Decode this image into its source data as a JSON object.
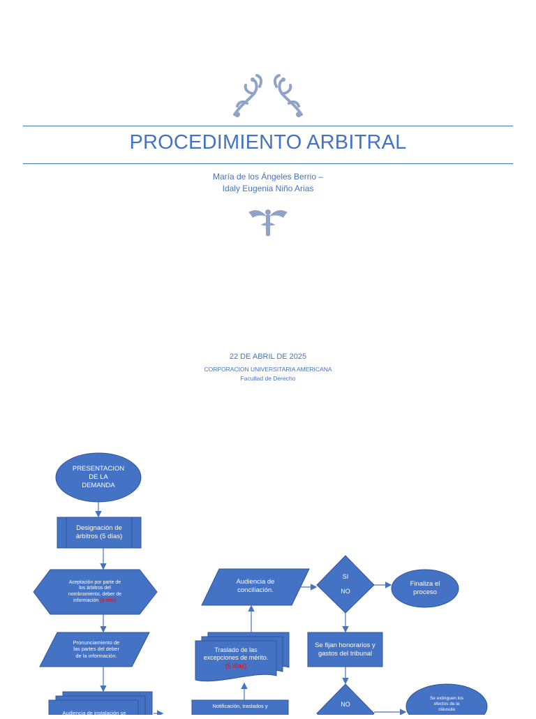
{
  "header": {
    "title": "PROCEDIMIENTO ARBITRAL",
    "authors_line1": "María de los Ángeles Berrio –",
    "authors_line2": "Idaly Eugenia Niño Arias",
    "date": "22 DE ABRIL DE 2025",
    "organization": "CORPORACION UNIVERSITARIA AMERICANA",
    "faculty": "Facultad de Derecho"
  },
  "colors": {
    "accent": "#4472c4",
    "shape_fill": "#4472c4",
    "shape_stroke": "#2f5597",
    "highlight": "#ff0000",
    "ornament": "#8da4c8"
  },
  "icons": {
    "top_ornament": "floral-flourish-icon",
    "middle_ornament": "fleur-ornament-icon"
  },
  "flowchart": {
    "start": {
      "line1": "PRESENTACION",
      "line2": "DE LA",
      "line3": "DEMANDA"
    },
    "designation": {
      "line1": "Designación de",
      "line2": "árbitros (5 días)"
    },
    "acceptance": {
      "line1": "Aceptación por parte de",
      "line2": "los árbitros del",
      "line3": "nombramiento, deber de",
      "line4_text": "información",
      "line4_red": "(3 días)"
    },
    "pronouncement": {
      "line1": "Pronunciamiento de",
      "line2": "las partes del deber",
      "line3": "de la información."
    },
    "installation": {
      "line1": "Audiencia de instalación se"
    },
    "conciliation": {
      "line1": "Audiencia de",
      "line2": "conciliación."
    },
    "decision1": {
      "yes": "SI",
      "no": "NO"
    },
    "end": {
      "line1": "Finaliza el",
      "line2": "proceso"
    },
    "fees": {
      "line1": "Se fijan honorarios y",
      "line2": "gastos del tribunal"
    },
    "transfer": {
      "line1": "Traslado de las",
      "line2": "excepciones de mérito.",
      "line3_red": "(5 días)"
    },
    "notification": {
      "line1": "Notificación, traslados y"
    },
    "decision2": {
      "no": "NO"
    },
    "extinguish": {
      "line1": "Se extinguen los",
      "line2": "efectos de la",
      "line3": "cláusula"
    }
  }
}
